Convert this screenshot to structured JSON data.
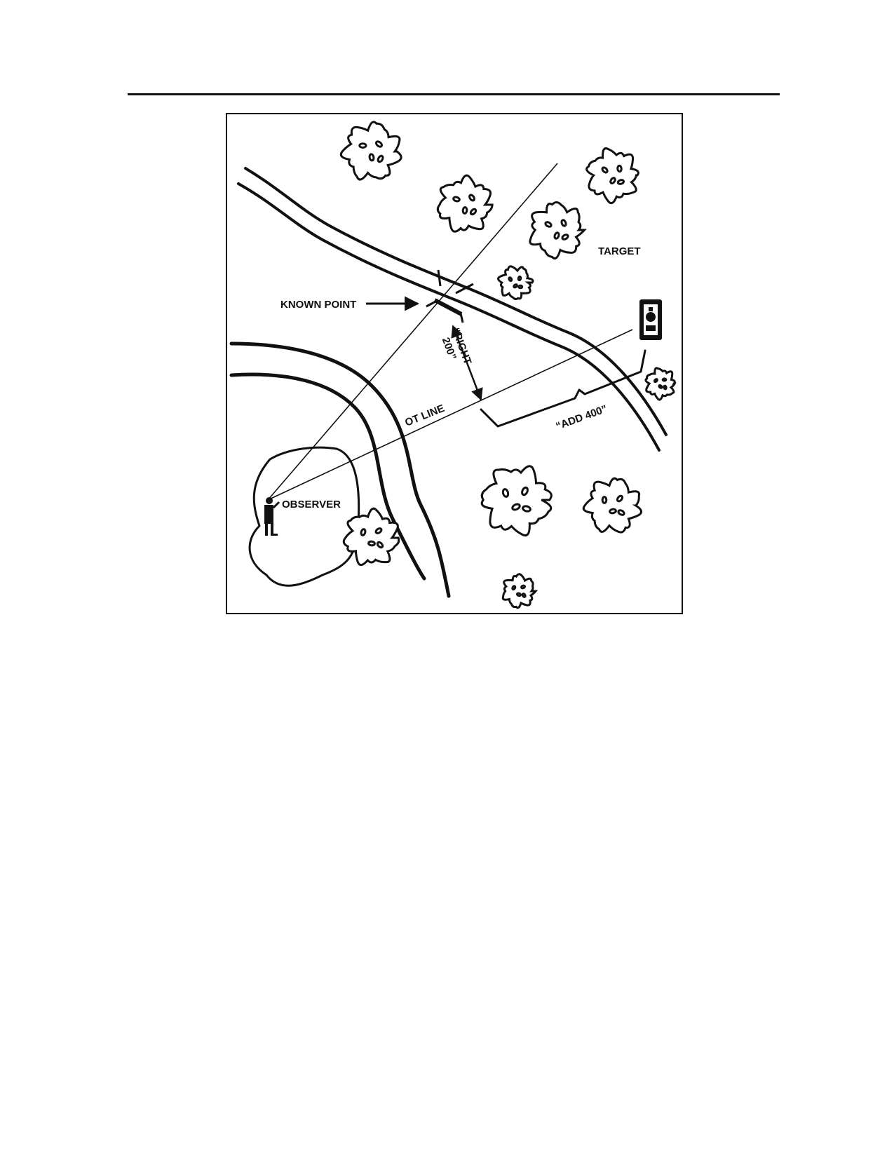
{
  "figure": {
    "labels": {
      "target": "TARGET",
      "known_point": "KNOWN POINT",
      "right_200": [
        "“RIGHT",
        "200”"
      ],
      "ot_line": "OT LINE",
      "add_400": "“ADD 400”",
      "observer": "OBSERVER"
    },
    "icons": [
      "tree-icon",
      "observer-figure-icon",
      "target-vehicle-icon",
      "arrow-icon"
    ]
  }
}
